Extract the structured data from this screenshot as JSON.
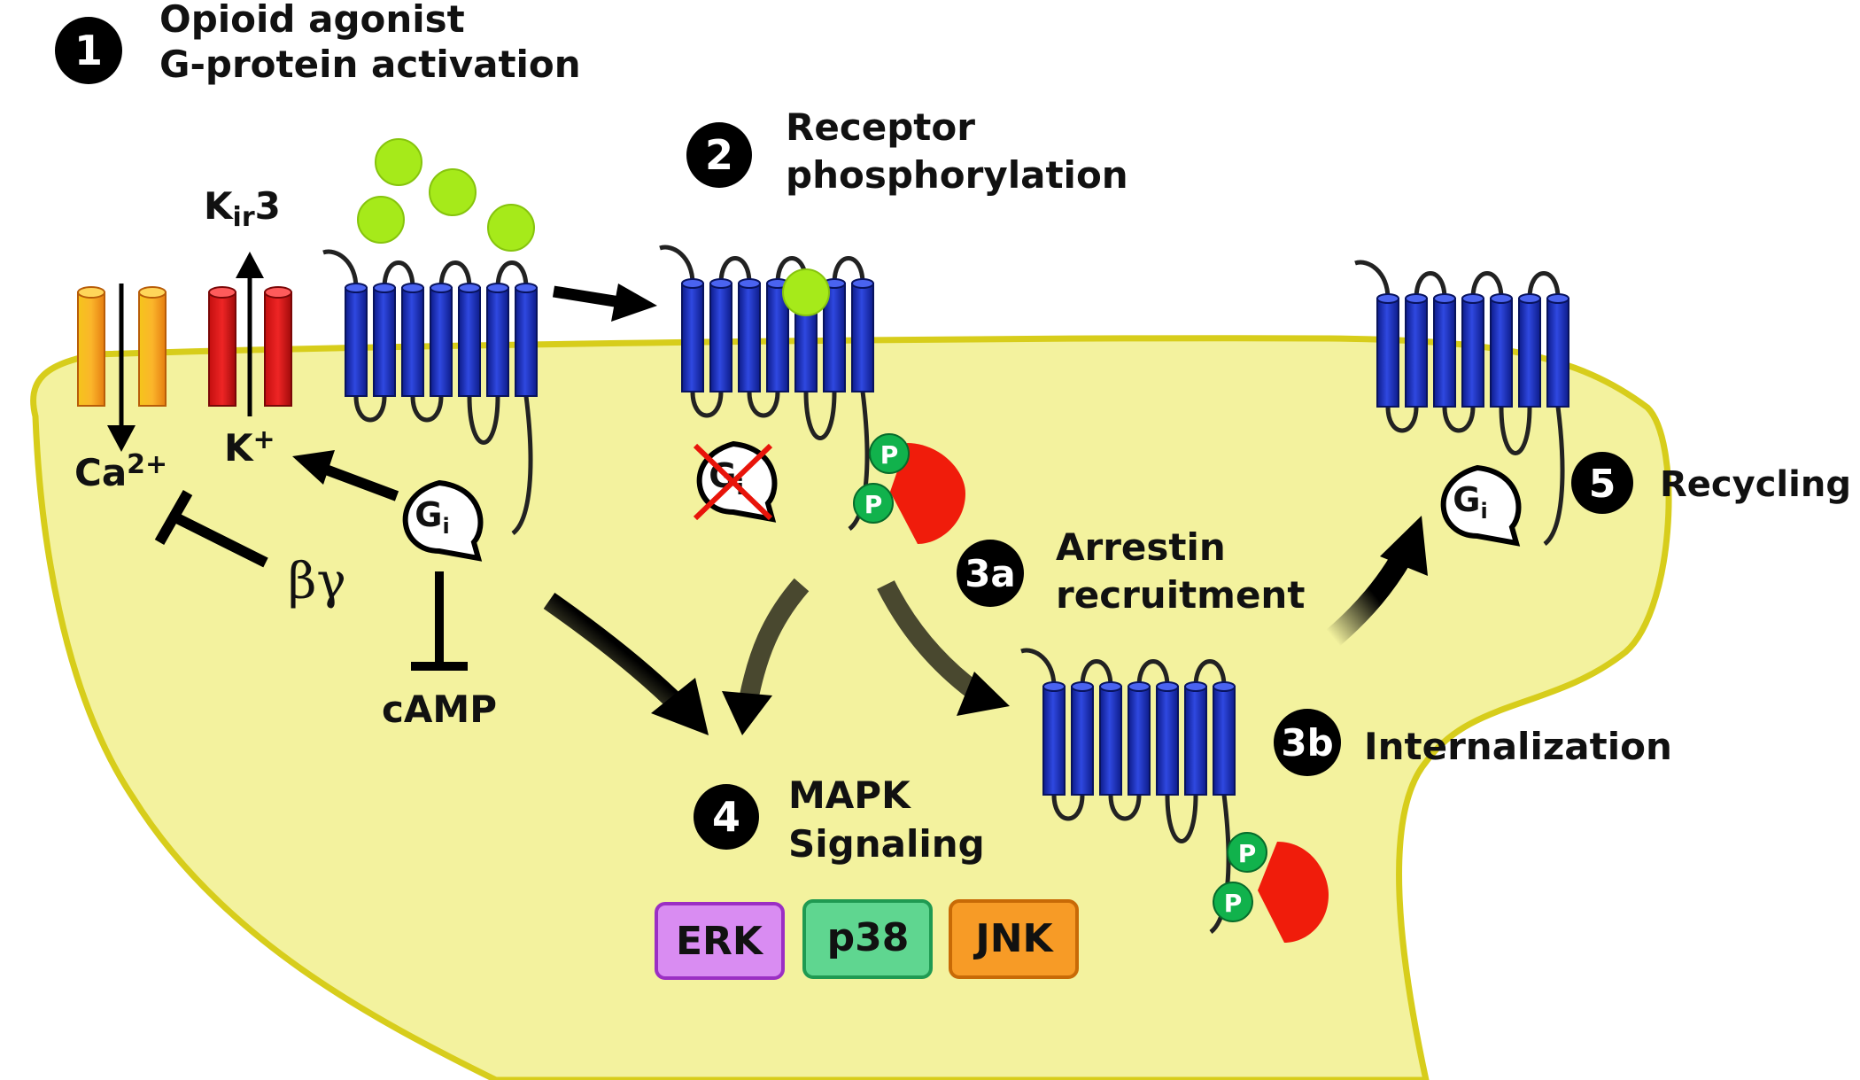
{
  "steps": [
    {
      "number": "1",
      "line1": "Opioid agonist",
      "line2": "G-protein activation"
    },
    {
      "number": "2",
      "line1": "Receptor",
      "line2": "phosphorylation"
    },
    {
      "number": "3a",
      "line1": "Arrestin",
      "line2": "recruitment"
    },
    {
      "number": "3b",
      "line1": "Internalization"
    },
    {
      "number": "4",
      "line1": "MAPK",
      "line2": "Signaling"
    },
    {
      "number": "5",
      "line1": "Recycling"
    }
  ],
  "channels": {
    "kir_main": "K",
    "kir_sub": "ir",
    "kir_suffix": "3",
    "ca_base": "Ca",
    "ca_sup": "2+",
    "k_base": "K",
    "k_sup": "+"
  },
  "signals": {
    "camp": "cAMP",
    "beta_gamma": "βγ",
    "gi_main": "G",
    "gi_sub": "i",
    "phospho": "P"
  },
  "kinases": [
    {
      "label": "ERK",
      "fill": "#d98cf2",
      "stroke": "#9b2fc4"
    },
    {
      "label": "p38",
      "fill": "#5fd690",
      "stroke": "#1f9a52"
    },
    {
      "label": "JNK",
      "fill": "#f79b26",
      "stroke": "#c86a06"
    }
  ],
  "colors": {
    "cell_fill": "#f3f29e",
    "cell_outline": "#d7cd1b",
    "receptor_blue": "#1f35c4",
    "agonist_green": "#a6ea1a",
    "arrestin_red": "#f01c0b",
    "phospho_green": "#11b24c",
    "kir_red": "#e41a1a",
    "ca_orange": "#f6a21b"
  }
}
